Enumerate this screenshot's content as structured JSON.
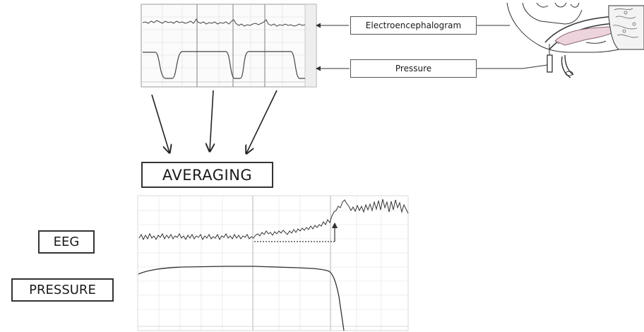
{
  "labels": {
    "electroencephalogram": "Electroencephalogram",
    "pressure_small": "Pressure",
    "averaging": "AVERAGING",
    "eeg": "EEG",
    "pressure_large": "PRESSURE"
  }
}
